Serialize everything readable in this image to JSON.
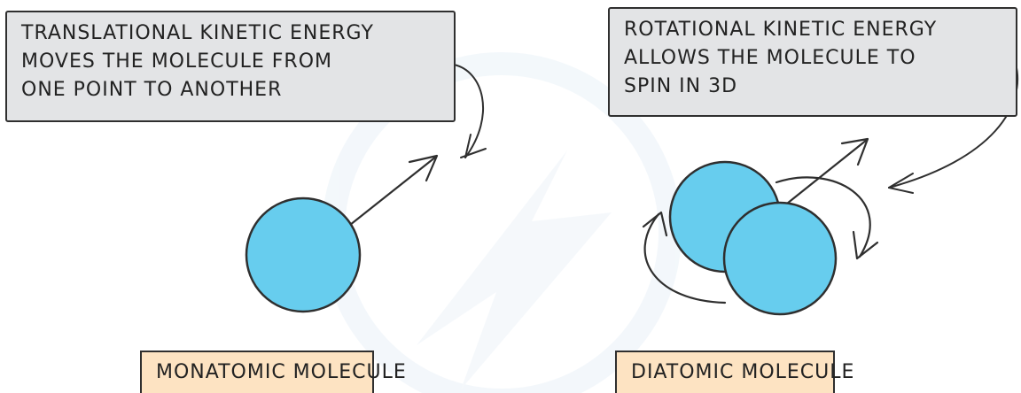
{
  "callouts": {
    "translational": {
      "lines": [
        "TRANSLATIONAL KINETIC ENERGY",
        "MOVES THE MOLECULE FROM",
        "ONE POINT TO ANOTHER"
      ]
    },
    "rotational": {
      "lines": [
        "ROTATIONAL KINETIC ENERGY",
        "ALLOWS THE MOLECULE TO",
        "SPIN IN 3D"
      ]
    }
  },
  "labels": {
    "monatomic": "MONATOMIC MOLECULE",
    "diatomic": "DIATOMIC MOLECULE"
  },
  "colors": {
    "atom_fill": "#67cdee",
    "outline": "#2f2f2f",
    "callout_bg": "#e3e4e6",
    "label_bg": "#fde3c2",
    "watermark": "#e9f1f7"
  }
}
